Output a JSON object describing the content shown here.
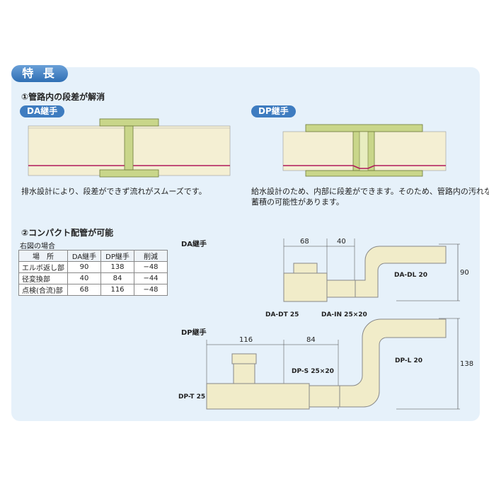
{
  "title": "特 長",
  "section1": {
    "heading": "①管路内の段差が解消",
    "da_tag": "DA継手",
    "dp_tag": "DP継手",
    "da_desc": "排水設計により、段差ができず流れがスムーズです。",
    "dp_desc_line1": "給水設計のため、内部に段差ができます。そのため、管路内の汚れなど",
    "dp_desc_line2": "蓄積の可能性があります。"
  },
  "section2": {
    "heading": "②コンパクト配管が可能",
    "caption": "右図の場合",
    "table": {
      "headers": [
        "場　所",
        "DA継手",
        "DP継手",
        "削減"
      ],
      "rows": [
        [
          "エルボ返し部",
          "90",
          "138",
          "−48"
        ],
        [
          "径変換部",
          "40",
          "84",
          "−44"
        ],
        [
          "点検(合流)部",
          "68",
          "116",
          "−48"
        ]
      ]
    },
    "da_label": "DA継手",
    "dp_label": "DP継手",
    "da_dims": {
      "d68": "68",
      "d40": "40",
      "d90": "90"
    },
    "da_parts": {
      "dl": "DA-DL 20",
      "dt": "DA-DT 25",
      "in": "DA-IN 25×20"
    },
    "dp_dims": {
      "d116": "116",
      "d84": "84",
      "d138": "138"
    },
    "dp_parts": {
      "t": "DP-T 25",
      "s": "DP-S 25×20",
      "l": "DP-L 20"
    }
  },
  "colors": {
    "pipe": "#f1ecc9",
    "fitting": "#c9d68a",
    "accent": "#3e7cc0",
    "panel": "#e6f1fa",
    "flow_line": "#b0185a"
  }
}
